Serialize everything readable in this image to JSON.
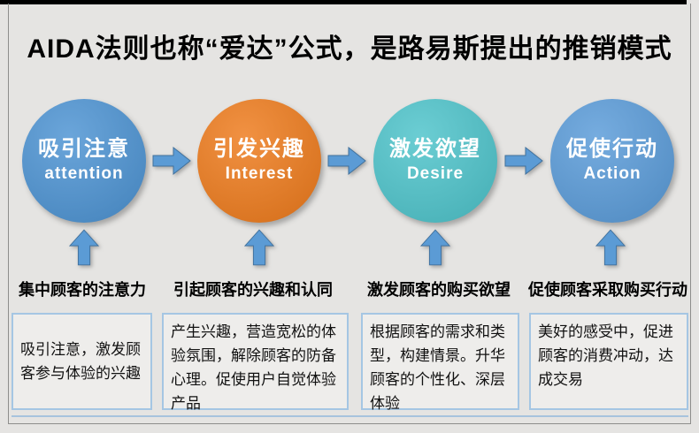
{
  "title": "AIDA法则也称“爱达”公式，是路易斯提出的推销模式",
  "stages": [
    {
      "circle_cn": "吸引注意",
      "circle_en": "attention",
      "color": "#4e94d3",
      "label": "集中顾客的注意力",
      "description": "吸引注意，激发顾客参与体验的兴趣"
    },
    {
      "circle_cn": "引发兴趣",
      "circle_en": "Interest",
      "color": "#ee7c1e",
      "label": "引起顾客的兴趣和认同",
      "description": "产生兴趣，营造宽松的体验氛围，解除顾客的防备心理。促使用户自觉体验产品"
    },
    {
      "circle_cn": "激发欲望",
      "circle_en": "Desire",
      "color": "#4fc4cb",
      "label": "激发顾客的购买欲望",
      "description": "根据顾客的需求和类型，构建情景。升华顾客的个性化、深层体验"
    },
    {
      "circle_cn": "促使行动",
      "circle_en": "Action",
      "color": "#5b9cd9",
      "label": "促使顾客采取购买行动",
      "description": "美好的感受中，促进顾客的消费冲动，达成交易"
    }
  ],
  "colors": {
    "arrow_fill": "#5b9bd5",
    "arrow_stroke": "#41719c",
    "page_bg": "#e5e4e2",
    "box_bg": "#eeedeb",
    "box_border": "#a5c6e3"
  }
}
